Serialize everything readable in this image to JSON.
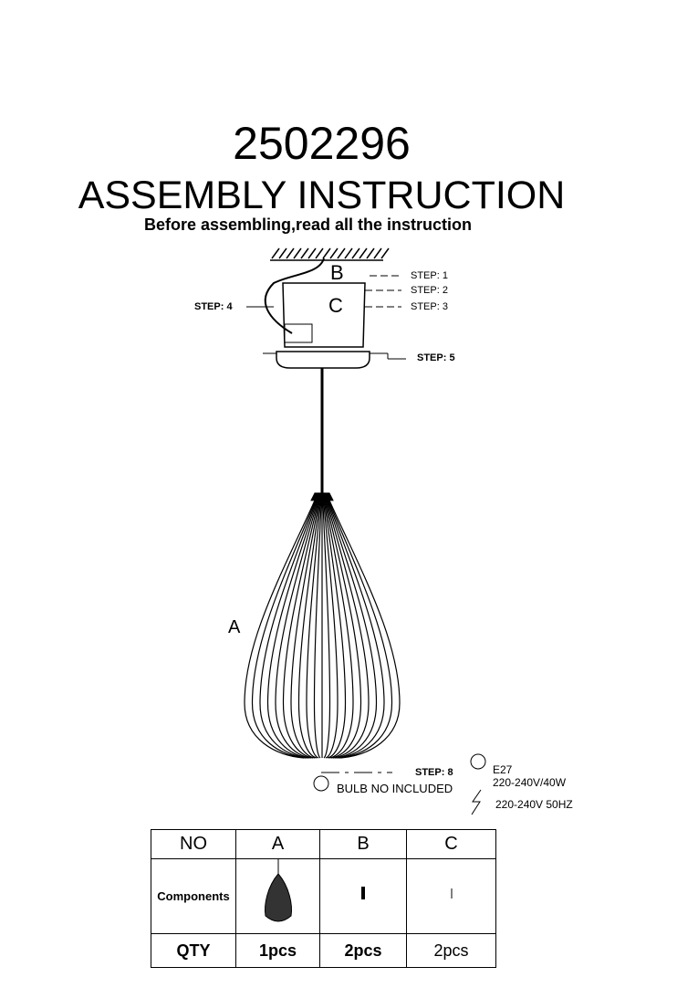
{
  "header": {
    "code": "2502296",
    "title": "ASSEMBLY  INSTRUCTION",
    "subtitle": "Before assembling,read all the instruction"
  },
  "diagram": {
    "label_a": "A",
    "label_b": "B",
    "label_c": "C",
    "steps": [
      "STEP: 1",
      "STEP: 2",
      "STEP: 3",
      "STEP: 4",
      "STEP: 5",
      "STEP: 8"
    ],
    "bulb_note": "BULB NO INCLUDED",
    "socket": "E27",
    "bulb_spec": "220-240V/40W",
    "power_spec": "220-240V 50HZ"
  },
  "table": {
    "headers": [
      "NO",
      "A",
      "B",
      "C"
    ],
    "row_components": "Components",
    "row_qty": "QTY",
    "qty": [
      "1pcs",
      "2pcs",
      "2pcs"
    ]
  }
}
